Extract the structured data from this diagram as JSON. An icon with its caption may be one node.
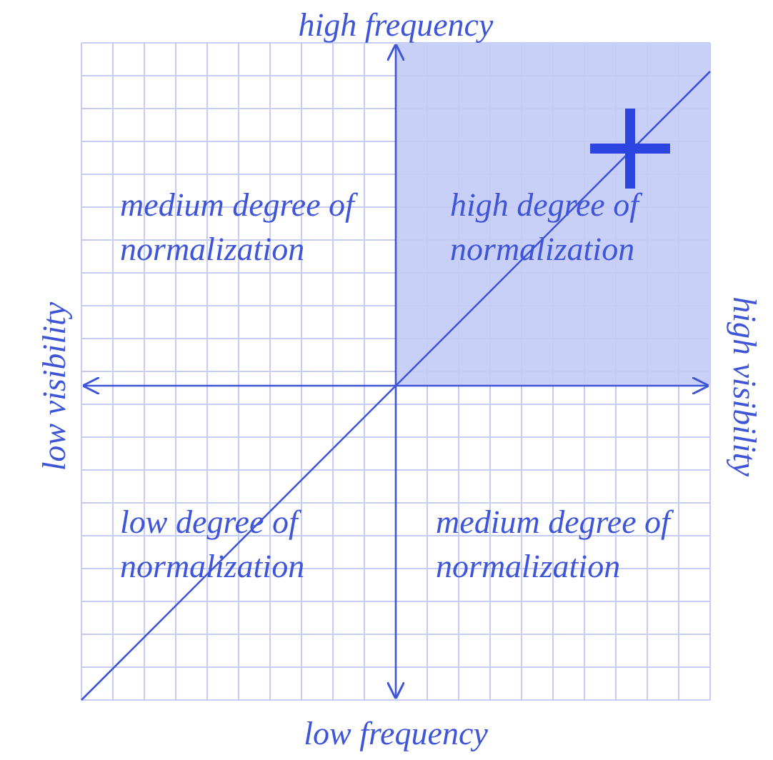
{
  "diagram": {
    "labels": [
      "high frequency",
      "medium degree of normalization",
      "high degree of normalization",
      "low visibility",
      "high visibility",
      "low degree of normalization",
      "medium degree of normalization",
      "low frequency"
    ]
  }
}
